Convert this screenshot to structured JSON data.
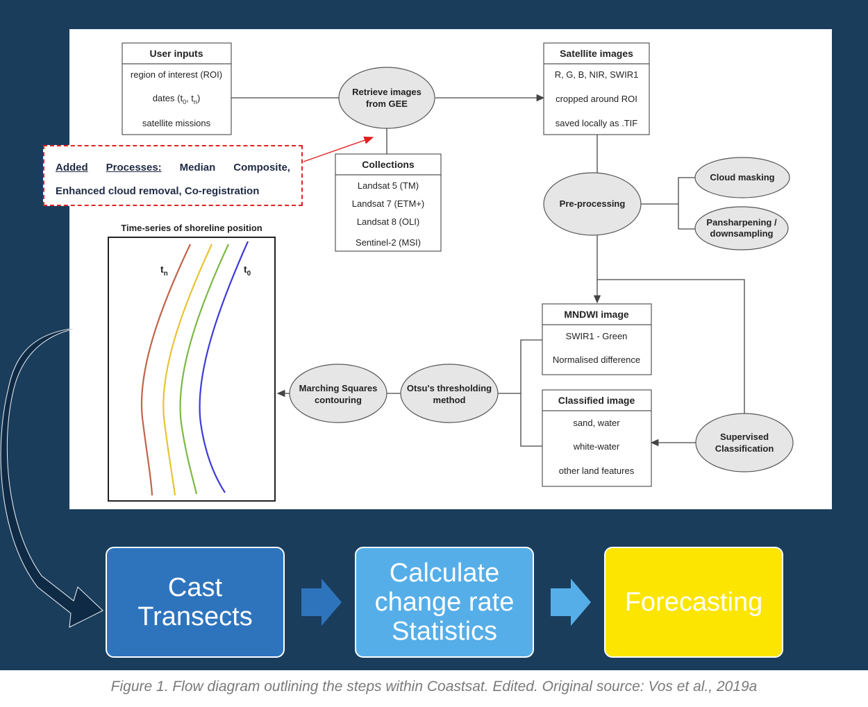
{
  "user_inputs": {
    "title": "User inputs",
    "rows": [
      "region of interest (ROI)",
      "dates (t",
      "0",
      ", t",
      "n",
      ")",
      "satellite missions"
    ]
  },
  "retrieve": {
    "line1": "Retrieve images",
    "line2": "from GEE"
  },
  "collections": {
    "title": "Collections",
    "rows": [
      "Landsat 5 (TM)",
      "Landsat 7 (ETM+)",
      "Landsat 8 (OLI)",
      "Sentinel-2 (MSI)"
    ]
  },
  "satellite_images": {
    "title": "Satellite images",
    "rows": [
      "R, G, B, NIR, SWIR1",
      "cropped around ROI",
      "saved locally as .TIF"
    ]
  },
  "preprocessing": {
    "label": "Pre-processing"
  },
  "cloud_masking": {
    "label": "Cloud masking"
  },
  "pansharpening": {
    "line1": "Pansharpening /",
    "line2": "downsampling"
  },
  "mndwi": {
    "title": "MNDWI image",
    "rows": [
      "SWIR1 - Green",
      "Normalised difference"
    ]
  },
  "classified": {
    "title": "Classified image",
    "rows": [
      "sand, water",
      "white-water",
      "other land features"
    ]
  },
  "supervised": {
    "line1": "Supervised",
    "line2": "Classification"
  },
  "otsu": {
    "line1": "Otsu's thresholding",
    "line2": "method"
  },
  "marching": {
    "line1": "Marching Squares",
    "line2": "contouring"
  },
  "timeseries": {
    "title": "Time-series of shoreline position",
    "label_tn": "t",
    "label_tn_sub": "n",
    "label_t0": "t",
    "label_t0_sub": "0",
    "curve_colors": [
      "#c0644a",
      "#e8c334",
      "#7bb843",
      "#3d3ad8"
    ]
  },
  "added": {
    "title": "Added",
    "title2": "Processes:",
    "w1": "Median",
    "w2": "Composite,",
    "line2": "Enhanced cloud removal, Co-registration"
  },
  "steps": {
    "cast": "Cast\nTransects",
    "calc": "Calculate\nchange rate\nStatistics",
    "forecast": "Forecasting"
  },
  "caption": "Figure 1. Flow diagram outlining the steps within Coastsat. Edited. Original source: Vos et al., 2019a",
  "colors": {
    "background": "#1a3d5c",
    "cast": "#2e74bd",
    "calc": "#56aee8",
    "forecast": "#fce500",
    "dashed_border": "#e02020"
  }
}
